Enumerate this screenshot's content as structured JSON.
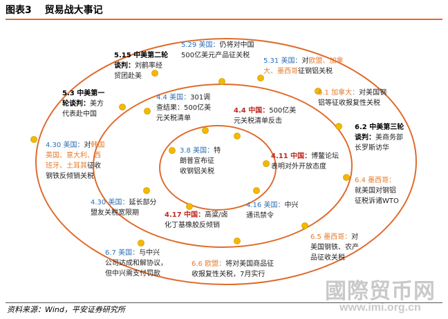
{
  "header": {
    "figure_no": "图表3",
    "title": "贸易战大事记"
  },
  "footer": {
    "source": "资料来源：Wind，平安证券研究所"
  },
  "watermark": {
    "cn": "國際贸币网",
    "url": "www.imi.org.cn"
  },
  "colors": {
    "ring": "#e06a2a",
    "node": "#f5b800",
    "node_edge": "#c9a000",
    "header_line": "#e06a2a"
  },
  "events": {
    "e0308": {
      "date": "3.8 美国：",
      "text": [
        "特",
        "朗普宣布征",
        "收钢铝关税"
      ]
    },
    "e0322": {
      "date": "",
      "text": []
    },
    "e0404a": {
      "date": "4.4 美国：",
      "text": [
        "301调",
        "查结果：500亿美",
        "元关税清单"
      ]
    },
    "e0404b": {
      "date": "4.4 中国：",
      "text": [
        "500亿美",
        "元关税清单反击"
      ]
    },
    "e0411": {
      "date": "4.11 中国：",
      "text": [
        "博鳌论坛",
        "表明对外开放态度"
      ]
    },
    "e0416": {
      "date": "4.16 美国：",
      "text": [
        "中兴",
        "通讯禁令"
      ]
    },
    "e0417": {
      "date": "4.17 中国：",
      "text": [
        "高粱/卤",
        "化丁基橡胶反倾销"
      ]
    },
    "e0430a": {
      "date": "4.30 美国：",
      "text": [
        "延长部分",
        "盟友关税宽限期"
      ]
    },
    "e0430b": {
      "date": "4.30 美国：",
      "text": [
        "对",
        "韩国",
        "英国、意大利、西",
        "班牙、土耳其",
        "征收",
        "钢铁反倾销关税"
      ]
    },
    "e0503": {
      "date": "5.3 中美第一",
      "text": [
        "轮谈判：",
        "美方",
        "代表赴中国"
      ]
    },
    "e0515": {
      "date": "5.15 中美第二轮",
      "text": [
        "谈判：",
        "刘鹤率经",
        "贸团赴美"
      ]
    },
    "e0529": {
      "date": "5.29 美国：",
      "text": [
        "仍将对中国",
        "500亿美元产品征关税"
      ]
    },
    "e0531": {
      "date": "5.31 美国：",
      "text": [
        "对",
        "欧盟、加拿",
        "大、墨西哥",
        "征钢铝关税"
      ]
    },
    "e0601": {
      "date": "6.1 加拿大：",
      "text": [
        "对美国钢",
        "铝等征收报复性关税"
      ]
    },
    "e0602": {
      "date": "6.2 中美第三轮",
      "text": [
        "谈判：",
        "美商务部",
        "长罗斯访华"
      ]
    },
    "e0604": {
      "date": "6.4 墨西哥：",
      "text": [
        "就美国对钢铝",
        "征税诉诸WTO"
      ]
    },
    "e0605": {
      "date": "6.5 墨西哥：",
      "text": [
        "对",
        "美国钢铁、农产",
        "品征收关税"
      ]
    },
    "e0606": {
      "date": "6.6 欧盟：",
      "text": [
        "将对美国商品征",
        "收报复性关税，7月实行"
      ]
    },
    "e0607": {
      "date": "6.7 美国：",
      "text": [
        "与中兴",
        "公司达成和解协议，",
        "但中兴需支付罚款"
      ]
    }
  }
}
